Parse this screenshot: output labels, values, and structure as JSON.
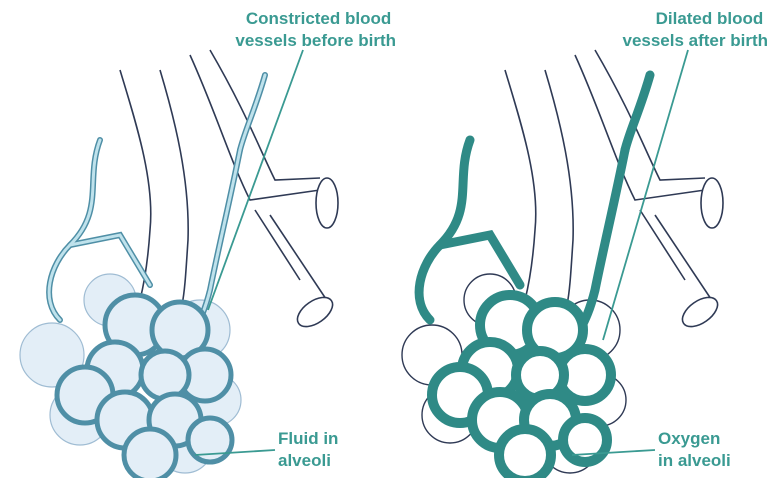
{
  "panels": [
    {
      "id": "before-birth",
      "state": "constricted",
      "vessel_label": [
        "Constricted blood",
        "vessels before birth"
      ],
      "alveoli_label": [
        "Fluid in",
        "alveoli"
      ]
    },
    {
      "id": "after-birth",
      "state": "dilated",
      "vessel_label": [
        "Dilated blood",
        "vessels after birth"
      ],
      "alveoli_label": [
        "Oxygen",
        "in alveoli"
      ]
    }
  ],
  "colors": {
    "label_teal": "#3a9a92",
    "outline": "#2f3a55",
    "constricted_vessel": "#bfe2ec",
    "constricted_outline": "#4f8fa6",
    "fluid_fill": "#e3eef7",
    "dilated_vessel": "#2f8a86",
    "background": "#ffffff"
  }
}
